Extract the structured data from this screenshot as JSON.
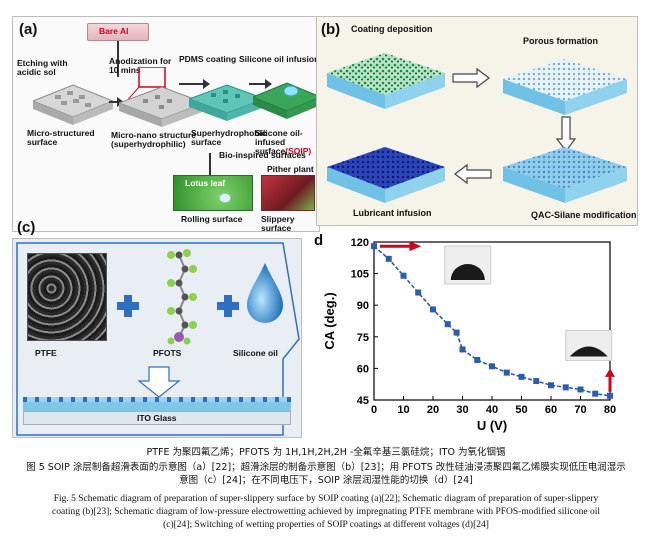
{
  "panel_a": {
    "label": "(a)",
    "bare_al": "Bare Al",
    "etching": "Etching with acidic sol",
    "anodization": "Anodization for 10 mins",
    "pdms": "PDMS coating",
    "silicone_infusion": "Silicone oil infusion",
    "micro_structured": "Micro-structured surface",
    "micro_nano": "Micro-nano structure (superhydrophilic)",
    "superhydrophobic": "Superhydrophobic surface",
    "soip_infused": "Silicone oil-infused surface",
    "soip_tag": "(SOIP)",
    "bio_inspired": "Bio-inspired surfaces",
    "lotus_leaf": "Lotus leaf",
    "pither_plant": "Pither plant",
    "rolling_surface": "Rolling surface",
    "slippery_surface": "Slippery surface"
  },
  "panel_b": {
    "label": "(b)",
    "coating_deposition": "Coating deposition",
    "porous_formation": "Porous formation",
    "lubricant_infusion": "Lubricant infusion",
    "qac_silane": "QAC-Silane modification"
  },
  "panel_c": {
    "label": "(c)",
    "ptfe": "PTFE",
    "pfots": "PFOTS",
    "silicone_oil": "Silicone oil",
    "ito_glass": "ITO Glass"
  },
  "panel_d": {
    "label": "d"
  },
  "chart_data": {
    "type": "line",
    "xlabel": "U (V)",
    "ylabel": "CA (deg.)",
    "xlim": [
      0,
      80
    ],
    "ylim": [
      45,
      120
    ],
    "xticks": [
      "0",
      "10",
      "20",
      "30",
      "40",
      "50",
      "60",
      "70",
      "80"
    ],
    "yticks": [
      "45",
      "60",
      "75",
      "90",
      "105",
      "120"
    ],
    "series": [
      {
        "color": "#2a5db0",
        "x": [
          0,
          5,
          10,
          15,
          20,
          25,
          28,
          30,
          35,
          40,
          45,
          50,
          55,
          60,
          65,
          70,
          75,
          80
        ],
        "y": [
          118,
          112,
          104,
          96,
          88,
          81,
          77,
          69,
          64,
          61,
          58,
          56,
          54,
          52,
          51,
          50,
          48,
          47
        ]
      }
    ],
    "grid": false
  },
  "caption": {
    "line1": "PTFE 为聚四氟乙烯；PFOTS 为 1H,1H,2H,2H -全氟辛基三氯硅烷；ITO 为氧化铟锡",
    "line2": "图 5 SOIP 涂层制备超滑表面的示意图（a）[22]；超滑涂层的制备示意图（b）[23]；用 PFOTS 改性硅油浸渍聚四氟乙烯膜实现低压电润湿示",
    "line3": "意图（c）[24]；在不同电压下，SOIP 涂层润湿性能的切换（d）[24]",
    "line4": "Fig. 5   Schematic diagram of preparation of super-slippery surface by SOIP coating (a)[22]; Schematic diagram of preparation of super-slippery",
    "line5": "coating (b)[23]; Schematic diagram of low-pressure electrowetting achieved by impregnating PTFE membrane with PFOS-modified silicone oil",
    "line6": "(c)[24]; Switching of wetting properties of SOIP coatings at different voltages (d)[24]"
  },
  "colors": {
    "green_surface": "#5cb85c",
    "blue_surface": "#9fd3ea",
    "dark_blue_surface": "#2a3fa8",
    "plus_blue": "#2f6fc0",
    "red_arrow": "#d0021b"
  }
}
